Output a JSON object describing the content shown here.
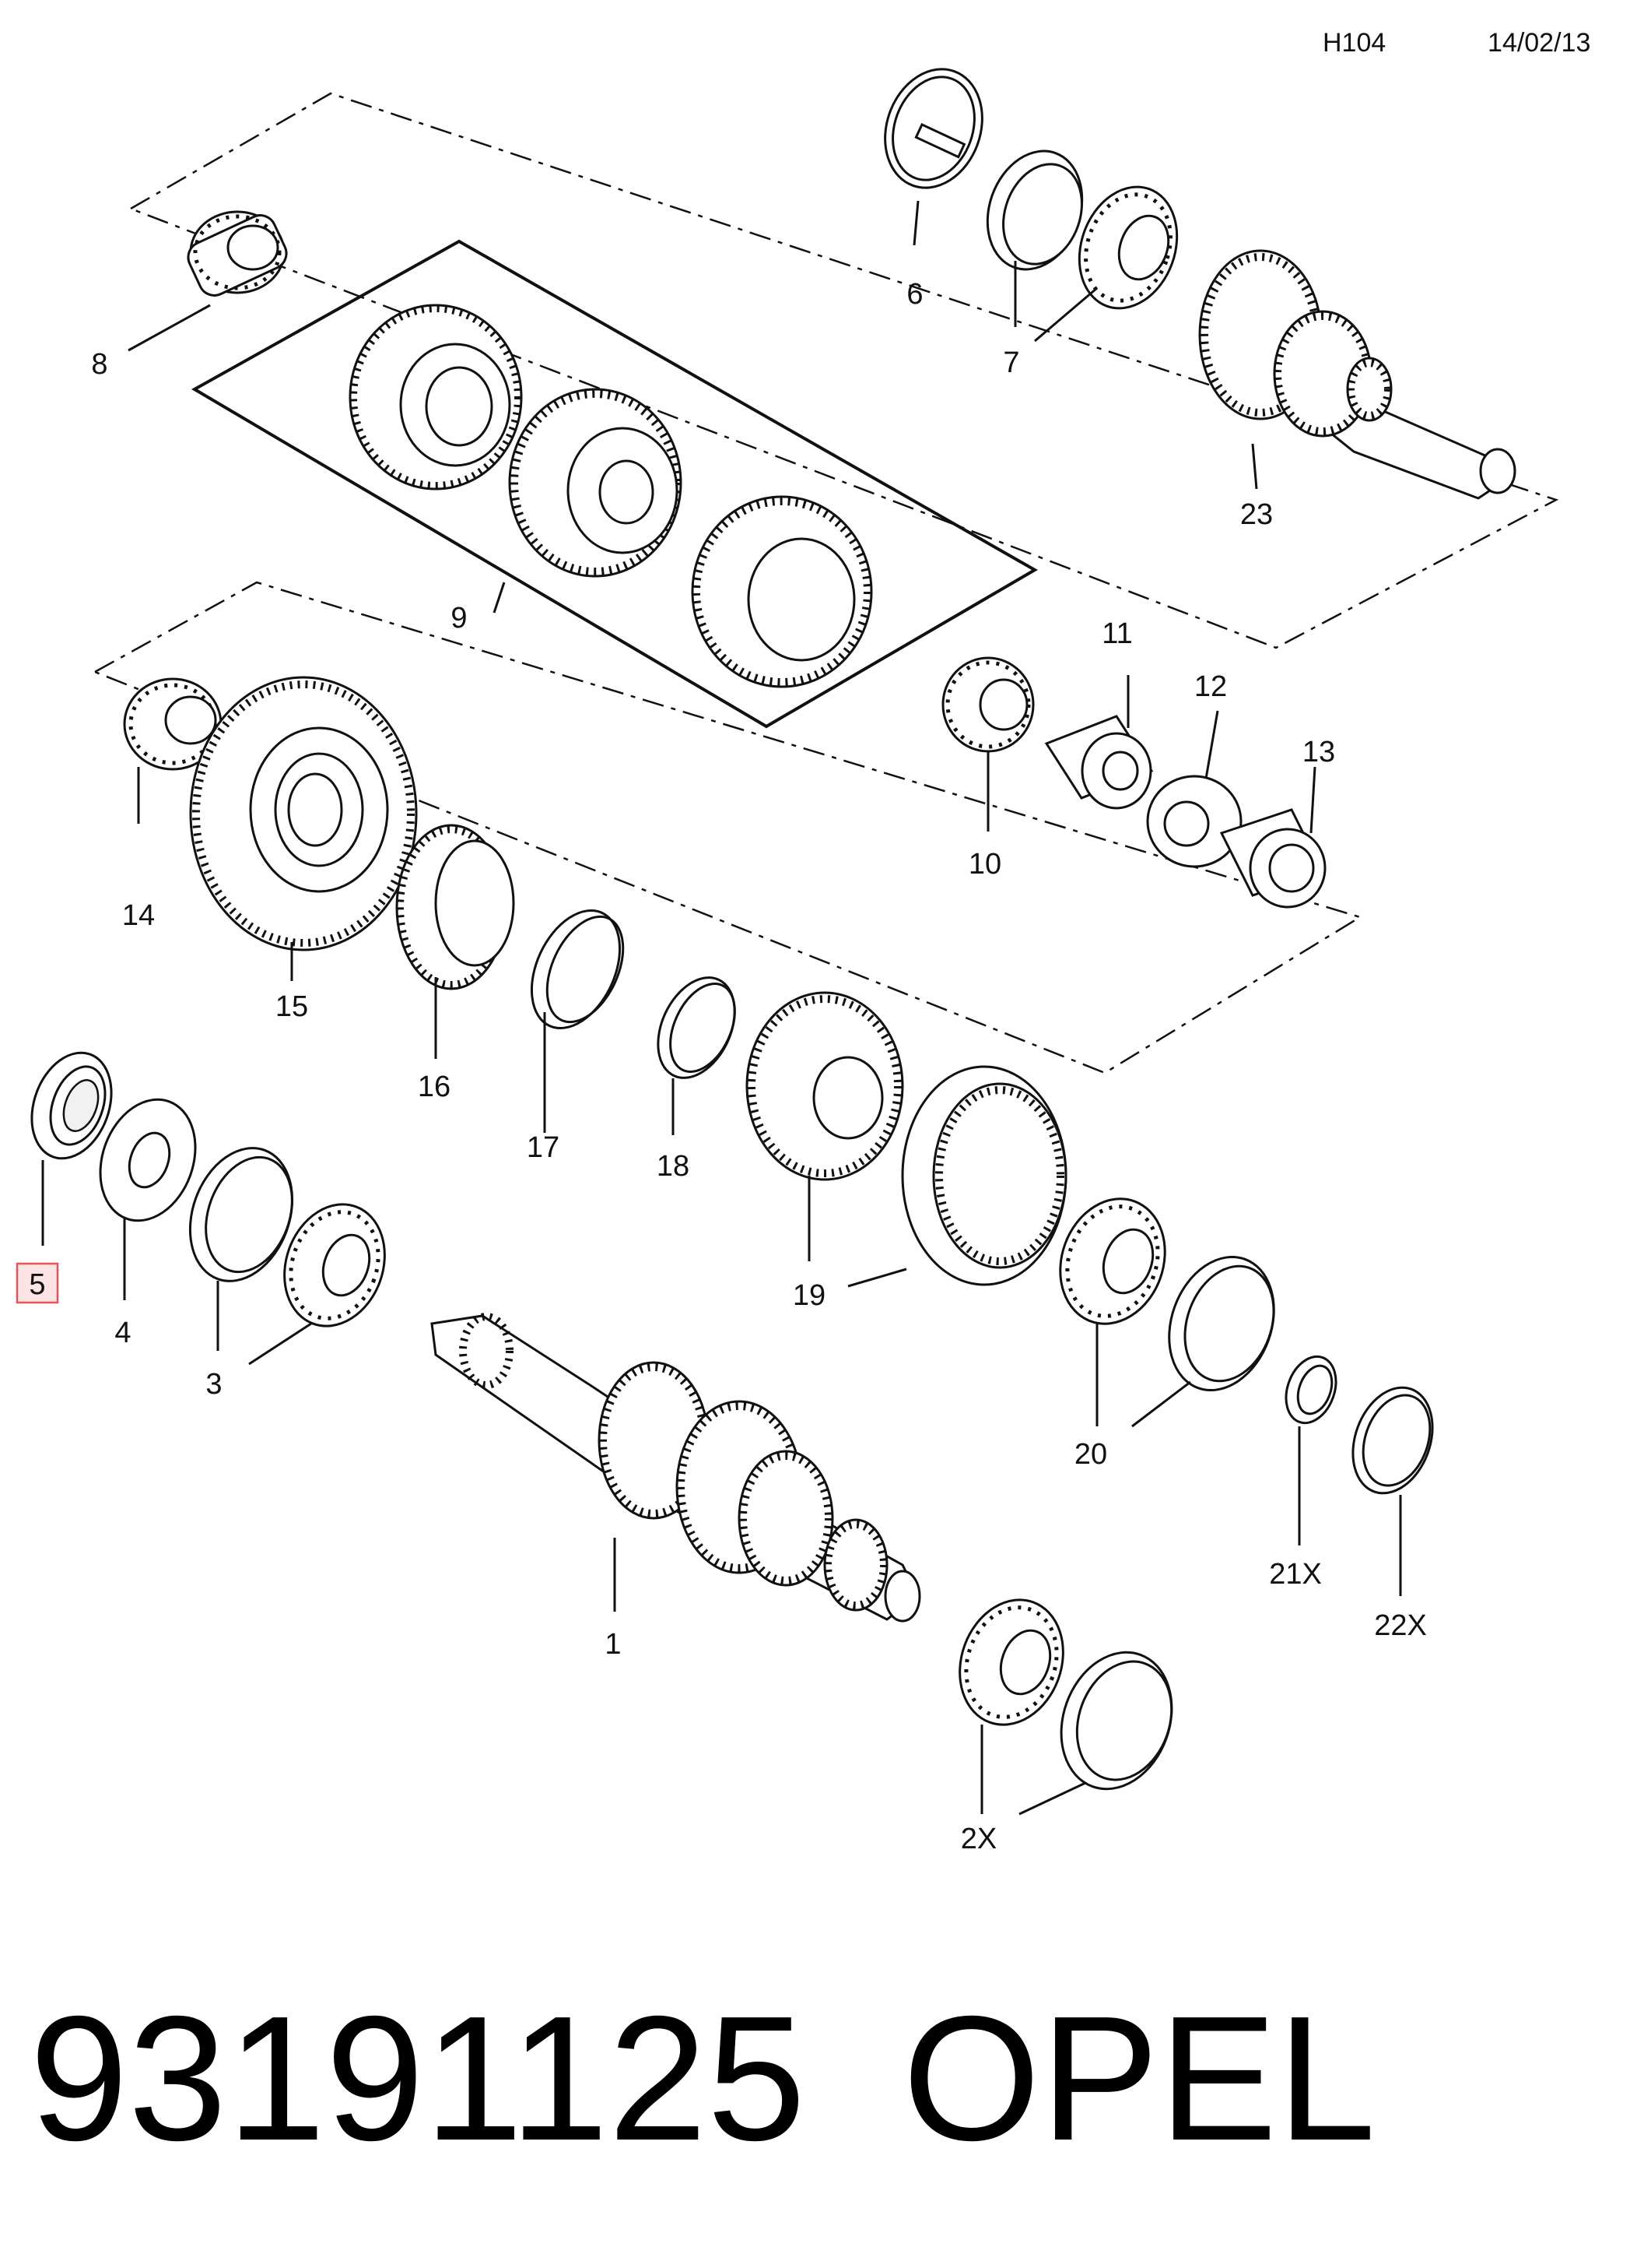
{
  "header": {
    "code": "H104",
    "date": "14/02/13"
  },
  "footer": {
    "part_number": "93191125",
    "brand": "OPEL"
  },
  "callouts": {
    "c1": "1",
    "c2x": "2X",
    "c3": "3",
    "c4": "4",
    "c5": "5",
    "c6": "6",
    "c7": "7",
    "c8": "8",
    "c9": "9",
    "c10": "10",
    "c11": "11",
    "c12": "12",
    "c13": "13",
    "c14": "14",
    "c15": "15",
    "c16": "16",
    "c17": "17",
    "c18": "18",
    "c19": "19",
    "c20": "20",
    "c21x": "21X",
    "c22x": "22X",
    "c23": "23"
  },
  "highlighted_callout": "5",
  "colors": {
    "highlight_border": "#e3555b",
    "highlight_fill": "#fde3e3",
    "line": "#111111"
  }
}
